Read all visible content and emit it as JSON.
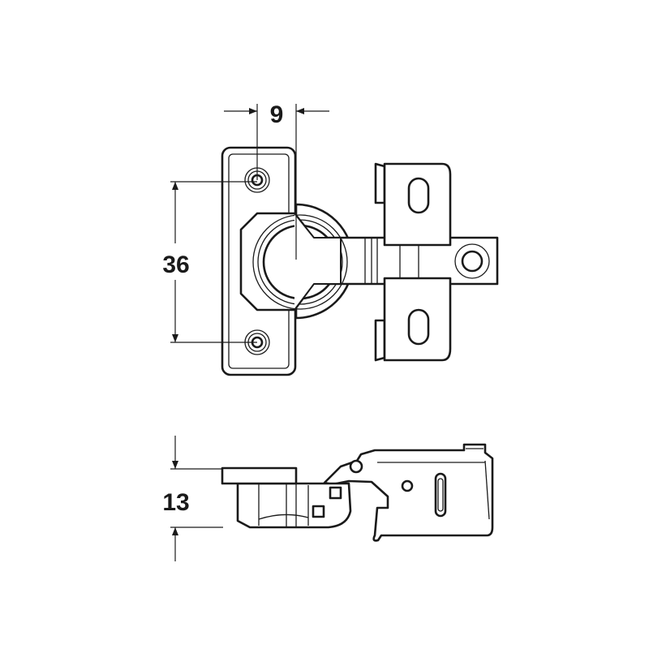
{
  "dimensions": {
    "screw_offset": "9",
    "screw_spacing": "36",
    "height": "13"
  }
}
